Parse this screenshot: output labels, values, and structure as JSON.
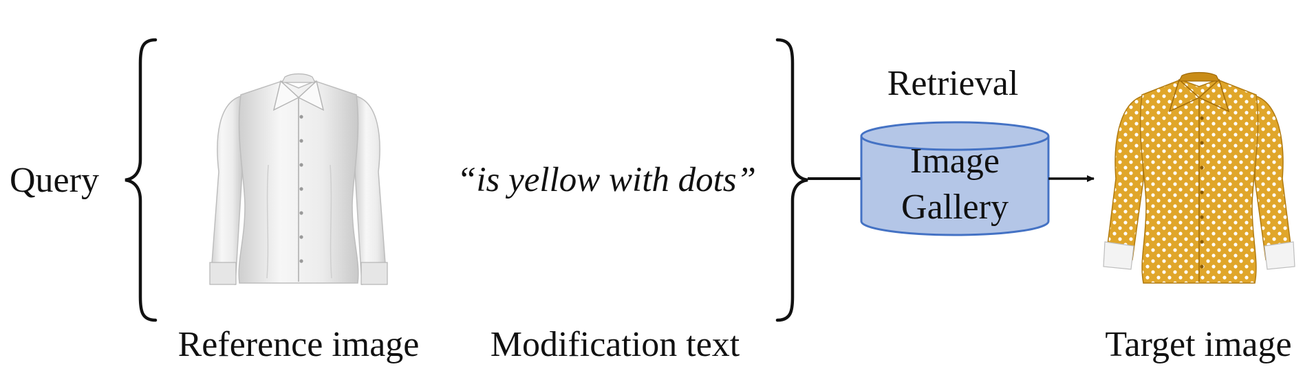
{
  "query_label": "Query",
  "modification_text": "“is yellow with dots”",
  "retrieval_label": "Retrieval",
  "gallery": {
    "line1": "Image",
    "line2": "Gallery"
  },
  "captions": {
    "reference": "Reference image",
    "modification": "Modification text",
    "target": "Target image"
  },
  "colors": {
    "gallery_fill": "#b4c6e7",
    "gallery_stroke": "#4472c4",
    "shirt_white": "#f2f2f2",
    "shirt_yellow": "#e3a92b",
    "dots": "#ffffff"
  },
  "icons": [
    "reference-shirt-image",
    "target-shirt-image",
    "database-cylinder-icon",
    "arrow-right-icon"
  ]
}
